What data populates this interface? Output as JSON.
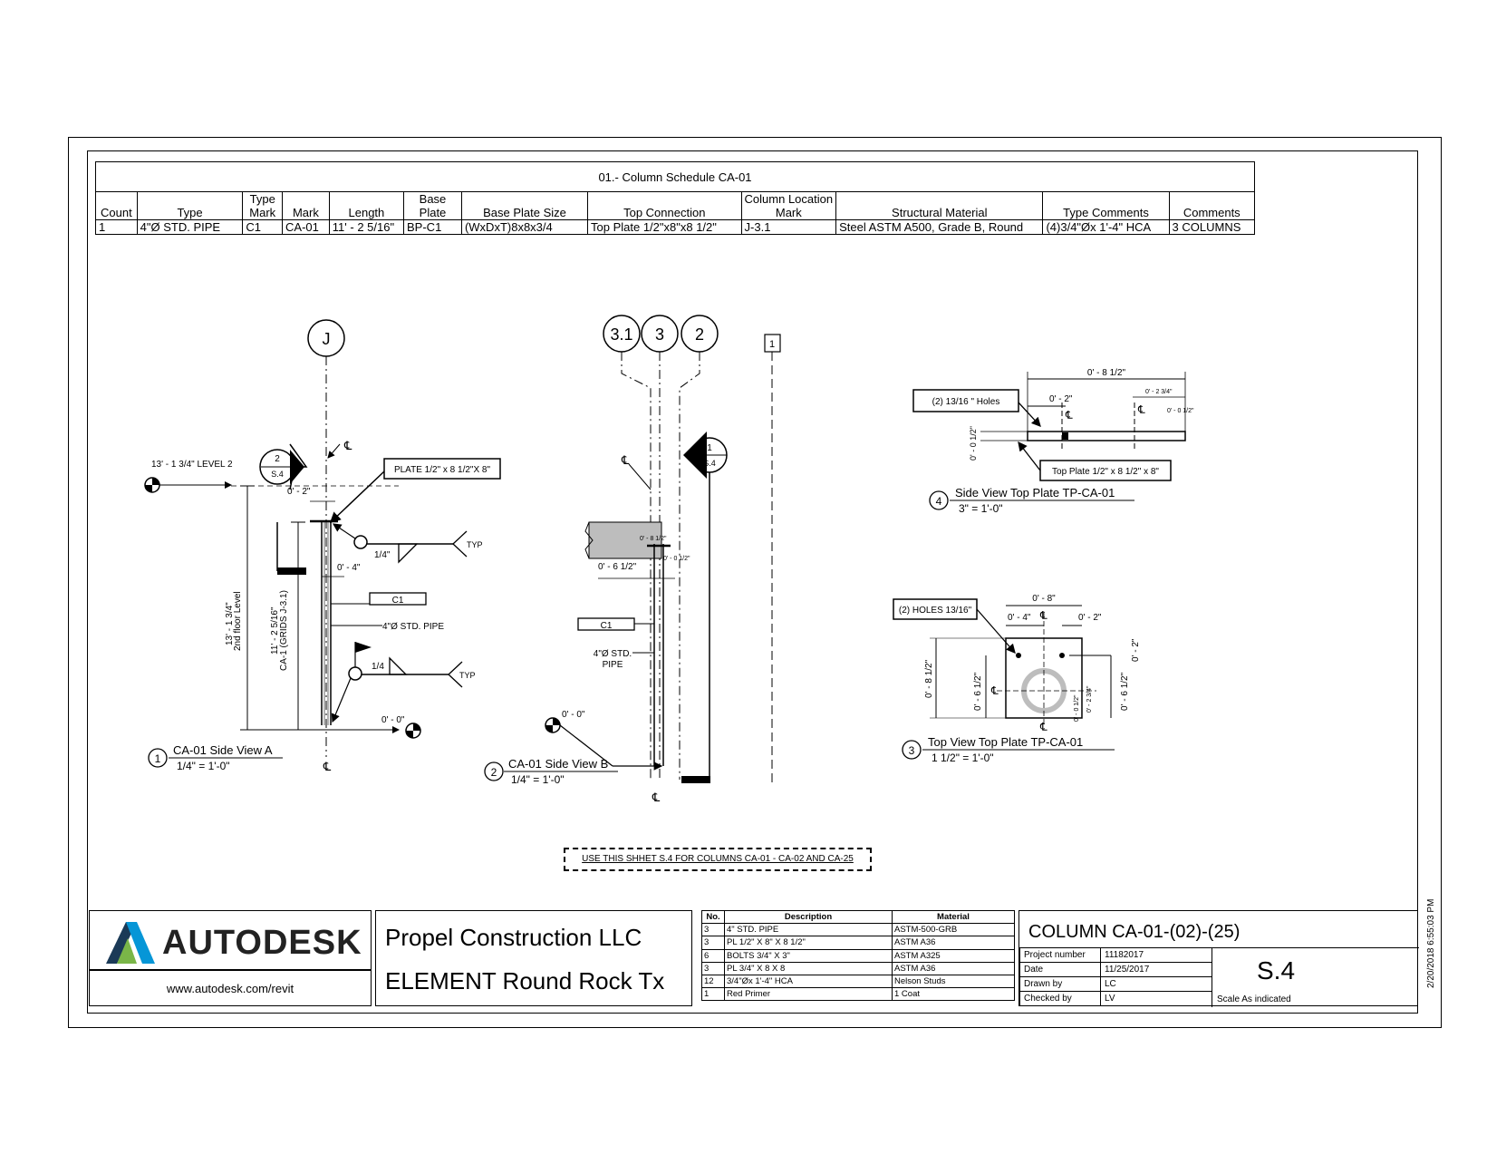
{
  "schedule": {
    "title": "01.- Column Schedule CA-01",
    "headers": [
      "Count",
      "Type",
      "Type Mark",
      "Mark",
      "Length",
      "Base Plate",
      "Base Plate Size",
      "Top Connection",
      "Column Location Mark",
      "Structural Material",
      "Type Comments",
      "Comments"
    ],
    "row": [
      "1",
      "4\"Ø STD. PIPE",
      "C1",
      "CA-01",
      "11' - 2 5/16\"",
      "BP-C1",
      "(WxDxT)8x8x3/4",
      "Top Plate 1/2\"x8\"x8 1/2\"",
      "J-3.1",
      "Steel ASTM A500, Grade B, Round",
      "(4)3/4\"Øx 1'-4\" HCA",
      "3 COLUMNS"
    ]
  },
  "view1": {
    "grid": "J",
    "level_label": "13' - 1 3/4\" LEVEL 2",
    "section_num": "2",
    "section_sheet": "S.4",
    "plate_callout": "PLATE 1/2\" x 8 1/2\"X 8\"",
    "dim_02": "0' - 2\"",
    "dim_04": "0' - 4\"",
    "weld_size1": "1/4\"",
    "weld_size2": "1/4",
    "typ1": "TYP",
    "typ2": "TYP",
    "tag_c1": "C1",
    "pipe": "4\"Ø STD. PIPE",
    "dim_level": "13' - 1 3/4\"",
    "dim_level_sub": "2nd floor Level",
    "dim_length": "11' - 2 5/16\"",
    "dim_length_sub": "CA-1 (GRIDS J-3.1)",
    "dim_00": "0' - 0\"",
    "view_num": "1",
    "view_title": "CA-01 Side View A",
    "view_scale": "1/4\" = 1'-0\""
  },
  "view2": {
    "grid_a": "3.1",
    "grid_b": "3",
    "grid_c": "2",
    "section_num": "1",
    "section_sheet": "S.4",
    "dim_0812": "0' - 8 1/2\"",
    "dim_612": "0' - 6 1/2\"",
    "dim_012": "0' - 0 1/2\"",
    "tag_c1": "C1",
    "pipe_line1": "4\"Ø STD.",
    "pipe_line2": "PIPE",
    "dim_00": "0' - 0\"",
    "view_num": "2",
    "view_title": "CA-01 Side View B",
    "view_scale": "1/4\" = 1'-0\""
  },
  "grid_marker": "1",
  "view4": {
    "holes": "(2) 13/16 \" Holes",
    "dim_top": "0' - 8 1/2\"",
    "dim_02": "0' - 2\"",
    "dim_0234": "0' - 2 3/4\"",
    "dim_012": "0' - 0 1/2\"",
    "dim_012b": "0' - 0 1/2\"",
    "plate": "Top Plate  1/2\" x 8 1/2\" x 8\"",
    "view_num": "4",
    "view_title": "Side View Top Plate TP-CA-01",
    "view_scale": "3\" = 1'-0\""
  },
  "view3": {
    "holes": "(2) HOLES 13/16\"",
    "dim_08": "0' - 8\"",
    "dim_04": "0' - 4\"",
    "dim_02": "0' - 2\"",
    "dim_02r": "0' - 2\"",
    "dim_0812": "0' - 8 1/2\"",
    "dim_612": "0' - 6 1/2\"",
    "dim_612r": "0' - 6 1/2\"",
    "dim_012": "0' - 0 1/2\"",
    "dim_0234": "0' - 2 3/4\"",
    "view_num": "3",
    "view_title": "Top View Top Plate TP-CA-01",
    "view_scale": "1 1/2\" = 1'-0\""
  },
  "note": "USE THIS SHHET S.4 FOR COLUMNS  CA-01 - CA-02 AND CA-25",
  "title_block": {
    "logo": "AUTODESK",
    "url": "www.autodesk.com/revit",
    "company": "Propel Construction LLC",
    "project": "ELEMENT Round Rock Tx",
    "bom_headers": [
      "No.",
      "Description",
      "Material"
    ],
    "bom_rows": [
      [
        "3",
        "4\" STD. PIPE",
        "ASTM-500-GRB"
      ],
      [
        "3",
        "PL 1/2\" X 8\"  X 8 1/2\"",
        "ASTM A36"
      ],
      [
        "6",
        "BOLTS 3/4\" X 3\"",
        "ASTM A325"
      ],
      [
        "3",
        "PL 3/4\" X 8 X 8",
        "ASTM A36"
      ],
      [
        "12",
        "3/4\"Øx 1'-4\" HCA",
        "Nelson Studs"
      ],
      [
        "1",
        "Red Primer",
        "1 Coat"
      ]
    ],
    "sheet_title": "COLUMN CA-01-(02)-(25)",
    "project_number_label": "Project number",
    "project_number": "11182017",
    "date_label": "Date",
    "date": "11/25/2017",
    "drawn_by_label": "Drawn by",
    "drawn_by": "LC",
    "checked_by_label": "Checked by",
    "checked_by": "LV",
    "sheet_number": "S.4",
    "scale": "Scale As indicated",
    "timestamp": "2/20/2018 6:55:03 PM"
  },
  "colors": {
    "line": "#000000",
    "hatch": "#bdbdbd",
    "logo_green": "#7ab648",
    "logo_teal": "#0696d7",
    "logo_dark": "#1b3a57"
  }
}
